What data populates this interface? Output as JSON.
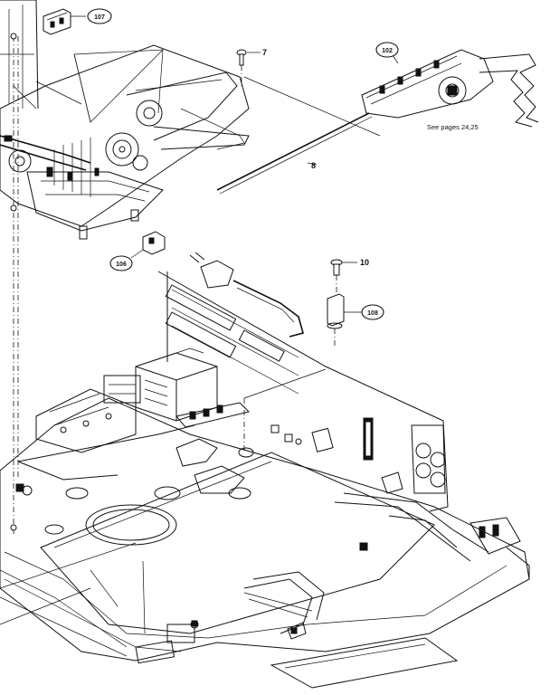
{
  "callouts": {
    "c107": "107",
    "c102": "102",
    "c106": "106",
    "c108": "108"
  },
  "part_labels": {
    "p7": "7",
    "p8": "8",
    "p10": "10"
  },
  "note": "See pages 24,25"
}
